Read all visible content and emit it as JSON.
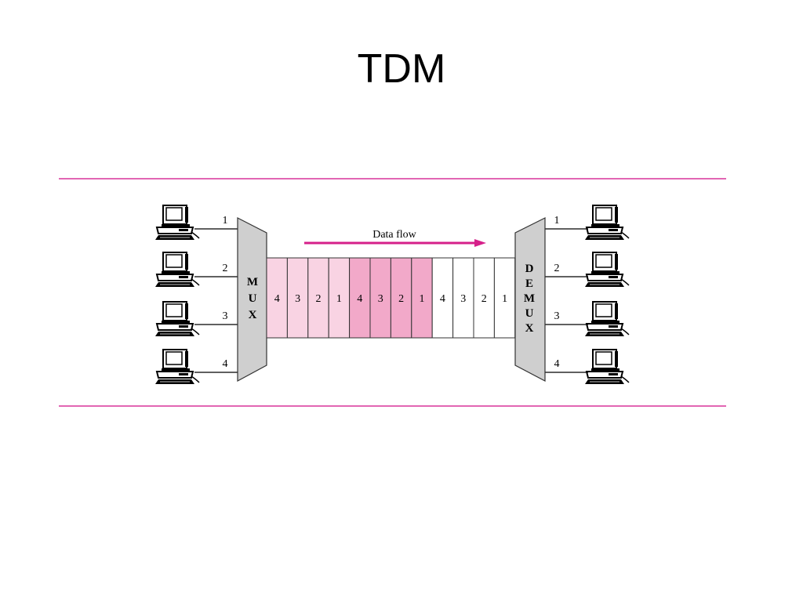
{
  "slide": {
    "title": "TDM"
  },
  "diagram": {
    "mux_letters": [
      "M",
      "U",
      "X"
    ],
    "demux_letters": [
      "D",
      "E",
      "M",
      "U",
      "X"
    ],
    "flow_label": "Data flow",
    "input_lines": [
      {
        "label": "1"
      },
      {
        "label": "2"
      },
      {
        "label": "3"
      },
      {
        "label": "4"
      }
    ],
    "output_lines": [
      {
        "label": "1"
      },
      {
        "label": "2"
      },
      {
        "label": "3"
      },
      {
        "label": "4"
      }
    ],
    "frames": [
      {
        "slots": [
          "4",
          "3",
          "2",
          "1"
        ],
        "fill": "#f9d3e3"
      },
      {
        "slots": [
          "4",
          "3",
          "2",
          "1"
        ],
        "fill": "#f2a9c9"
      },
      {
        "slots": [
          "4",
          "3",
          "2",
          "1"
        ],
        "fill": "#ffffff"
      }
    ],
    "colors": {
      "accent": "#d6208a",
      "mux_fill": "#cfcfcf",
      "rule": "#d9339a"
    }
  }
}
